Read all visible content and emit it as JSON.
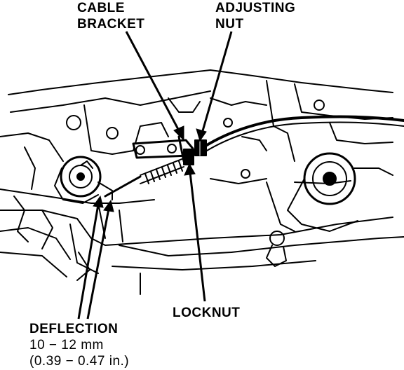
{
  "labels": {
    "cable_bracket": [
      "CABLE",
      "BRACKET"
    ],
    "adjusting_nut": [
      "ADJUSTING",
      "NUT"
    ],
    "locknut": "LOCKNUT",
    "deflection": {
      "title": "DEFLECTION",
      "metric": "10 − 12 mm",
      "imperial": "(0.39 − 0.47 in.)"
    }
  },
  "colors": {
    "ink": "#000000",
    "paper": "#ffffff"
  }
}
